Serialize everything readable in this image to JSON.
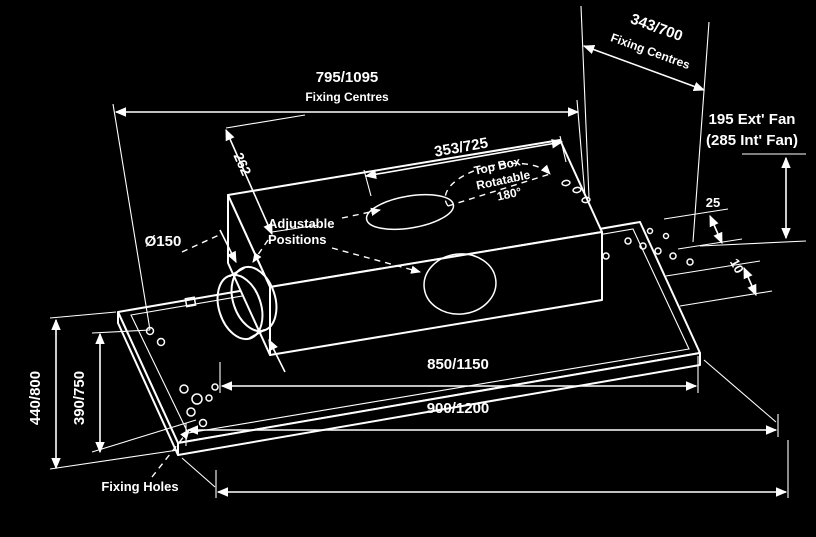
{
  "colors": {
    "background": "#000000",
    "line": "#ffffff",
    "text": "#ffffff"
  },
  "labels": {
    "fixing_centres_top": {
      "value": "795/1095",
      "caption": "Fixing Centres"
    },
    "fixing_centres_right": {
      "value": "343/700",
      "caption": "Fixing Centres"
    },
    "ext_fan": {
      "line1": "195 Ext' Fan",
      "line2": "(285 Int' Fan)"
    },
    "top_box_depth": "262",
    "top_box_length": "353/725",
    "top_box_note": {
      "line1": "Top Box",
      "line2": "Rotatable",
      "line3": "180°"
    },
    "adjustable": {
      "line1": "Adjustable",
      "line2": "Positions"
    },
    "duct_diameter": "Ø150",
    "step": "25",
    "thickness": "10",
    "holes_span": "390/750",
    "plate_width": "440/800",
    "body_length": "850/1150",
    "overall_length": "900/1200",
    "fixing_holes": "Fixing Holes"
  }
}
